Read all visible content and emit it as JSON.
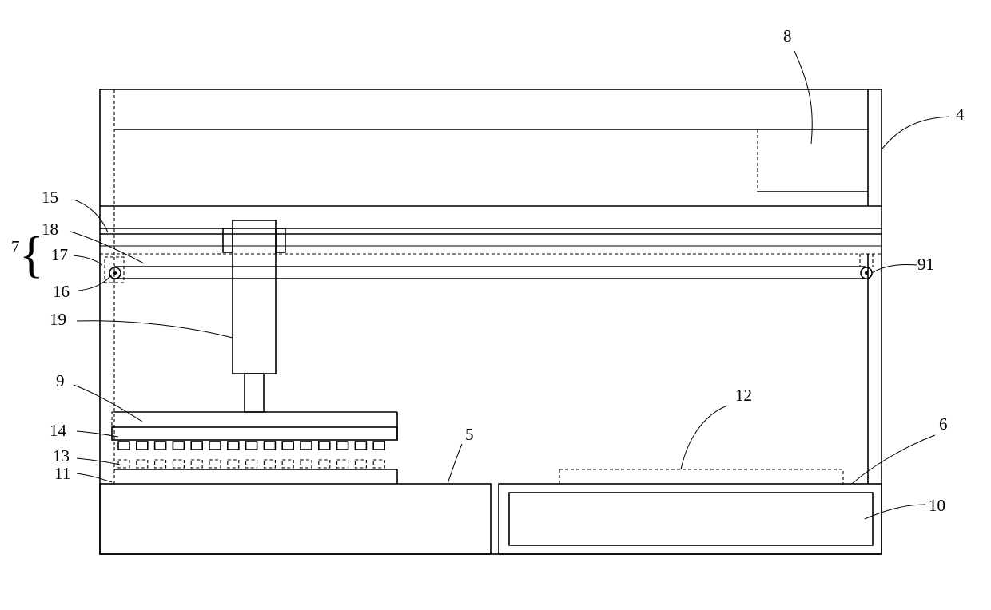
{
  "labels": {
    "l4": "4",
    "l5": "5",
    "l6": "6",
    "l7": "7",
    "l8": "8",
    "l9": "9",
    "l10": "10",
    "l11": "11",
    "l12": "12",
    "l13": "13",
    "l14": "14",
    "l15": "15",
    "l16": "16",
    "l17": "17",
    "l18": "18",
    "l19": "19",
    "l91": "91"
  },
  "colors": {
    "stroke": "#000000",
    "background": "#ffffff"
  }
}
